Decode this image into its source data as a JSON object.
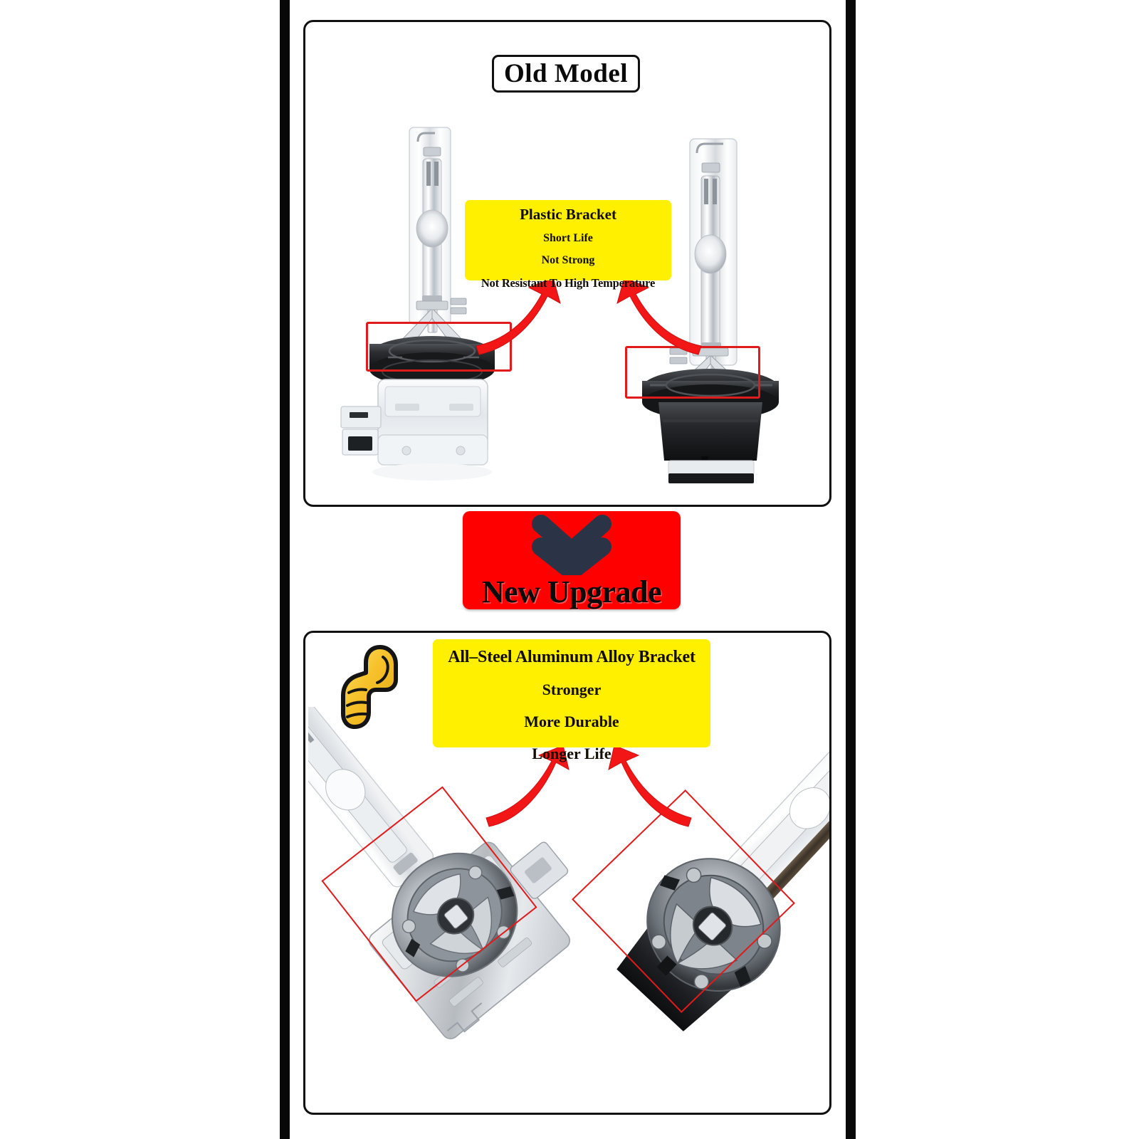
{
  "infographic": {
    "title_badge": "Old Model",
    "banner": {
      "text": "New Upgrade",
      "chevron_icon": "double-chevron-down-icon",
      "background_color": "#FE0000",
      "chevron_color": "#2B3347"
    },
    "colors": {
      "callout_yellow": "#FFF000",
      "highlight_red": "#E01B1B",
      "arrow_red": "#F21616",
      "frame_black": "#111111",
      "sidebar_black": "#080808"
    },
    "old_panel": {
      "badge_label": "Old Model",
      "callout": {
        "title": "Plastic Bracket",
        "lines": [
          "Short Life",
          "Not Strong",
          "Not Resistant To High Temperature"
        ]
      },
      "arrows": [
        {
          "name": "arrow-to-left-bracket"
        },
        {
          "name": "arrow-to-right-bracket"
        }
      ],
      "highlights": [
        {
          "name": "left-bulb-bracket-highlight"
        },
        {
          "name": "right-bulb-bracket-highlight"
        }
      ],
      "products": [
        {
          "name": "old-hid-bulb-d1s",
          "base_type": "plastic-bracket-square-base"
        },
        {
          "name": "old-hid-bulb-d2s",
          "base_type": "plastic-bracket-round-base"
        }
      ]
    },
    "new_panel": {
      "thumb_icon": "thumbs-up-icon",
      "callout": {
        "title": "All–Steel Aluminum Alloy Bracket",
        "lines": [
          "Stronger",
          "More Durable",
          "Longer Life"
        ]
      },
      "arrows": [
        {
          "name": "arrow-to-left-steel-bracket"
        },
        {
          "name": "arrow-to-right-steel-bracket"
        }
      ],
      "highlights": [
        {
          "name": "left-steel-bracket-highlight"
        },
        {
          "name": "right-steel-bracket-highlight"
        }
      ],
      "products": [
        {
          "name": "new-hid-bulb-steel-square-base",
          "base_type": "all-steel-aluminum-alloy"
        },
        {
          "name": "new-hid-bulb-steel-round-base",
          "base_type": "all-steel-aluminum-alloy"
        }
      ]
    }
  }
}
